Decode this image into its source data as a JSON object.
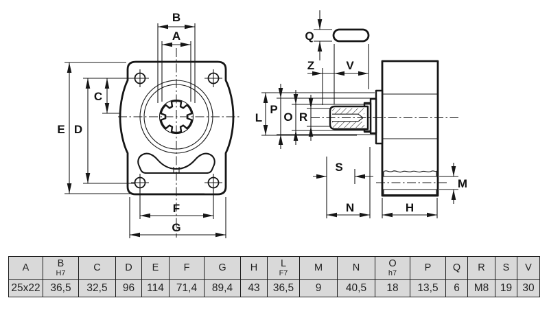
{
  "drawing": {
    "labels": {
      "a": "A",
      "b": "B",
      "c": "C",
      "d": "D",
      "e": "E",
      "f": "F",
      "g": "G",
      "h": "H",
      "l": "L",
      "m": "M",
      "n": "N",
      "o": "O",
      "p": "P",
      "q": "Q",
      "r": "R",
      "s": "S",
      "v": "V",
      "z": "Z"
    }
  },
  "table": {
    "columns": [
      {
        "label": "A",
        "sub": "",
        "value": "25x22"
      },
      {
        "label": "B",
        "sub": "H7",
        "value": "36,5"
      },
      {
        "label": "C",
        "sub": "",
        "value": "32,5"
      },
      {
        "label": "D",
        "sub": "",
        "value": "96"
      },
      {
        "label": "E",
        "sub": "",
        "value": "114"
      },
      {
        "label": "F",
        "sub": "",
        "value": "71,4"
      },
      {
        "label": "G",
        "sub": "",
        "value": "89,4"
      },
      {
        "label": "H",
        "sub": "",
        "value": "43"
      },
      {
        "label": "L",
        "sub": "F7",
        "value": "36,5"
      },
      {
        "label": "M",
        "sub": "",
        "value": "9"
      },
      {
        "label": "N",
        "sub": "",
        "value": "40,5"
      },
      {
        "label": "O",
        "sub": "h7",
        "value": "18"
      },
      {
        "label": "P",
        "sub": "",
        "value": "13,5"
      },
      {
        "label": "Q",
        "sub": "",
        "value": "6"
      },
      {
        "label": "R",
        "sub": "",
        "value": "M8"
      },
      {
        "label": "S",
        "sub": "",
        "value": "19"
      },
      {
        "label": "V",
        "sub": "",
        "value": "30"
      }
    ]
  },
  "colors": {
    "line": "#161616",
    "table_bg": "#d9d9d9"
  }
}
